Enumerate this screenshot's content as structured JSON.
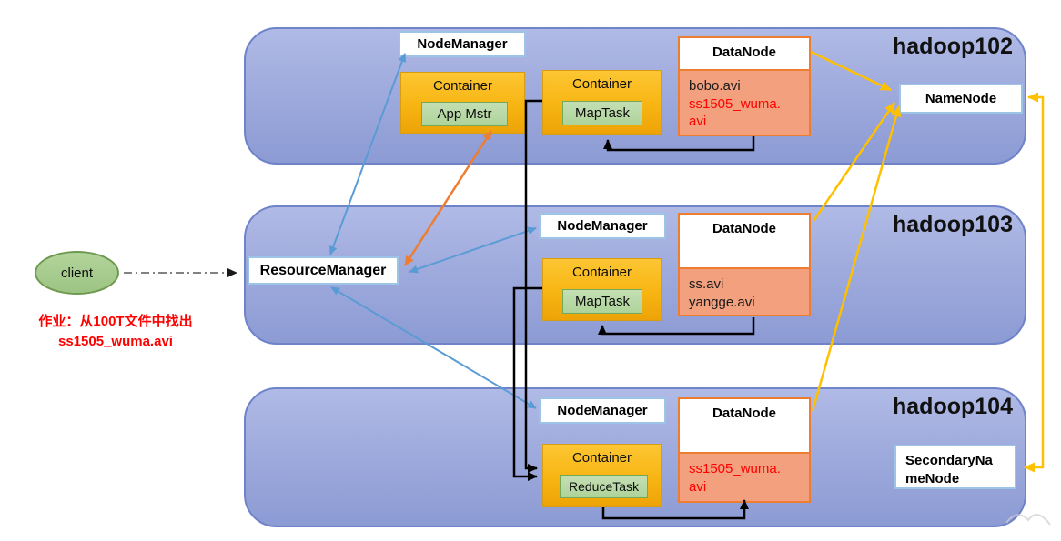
{
  "client": {
    "label": "client"
  },
  "job_note": {
    "line1": "作业：从100T文件中找出",
    "line2": "ss1505_wuma.avi"
  },
  "resource_manager": {
    "label": "ResourceManager"
  },
  "hadoop102": {
    "title": "hadoop102",
    "node_manager": "NodeManager",
    "container_appmstr": {
      "title": "Container",
      "task": "App Mstr"
    },
    "container_map": {
      "title": "Container",
      "task": "MapTask"
    },
    "datanode": {
      "title": "DataNode",
      "file1": "bobo.avi",
      "file2": "ss1505_wuma.avi"
    },
    "namenode": "NameNode"
  },
  "hadoop103": {
    "title": "hadoop103",
    "node_manager": "NodeManager",
    "container_map": {
      "title": "Container",
      "task": "MapTask"
    },
    "datanode": {
      "title": "DataNode",
      "file1": "ss.avi",
      "file2": "yangge.avi"
    }
  },
  "hadoop104": {
    "title": "hadoop104",
    "node_manager": "NodeManager",
    "container_reduce": {
      "title": "Container",
      "task": "ReduceTask"
    },
    "datanode": {
      "title": "DataNode",
      "file1": "ss1505_wuma.avi"
    },
    "secondary_namenode": "SecondaryNameNode"
  },
  "colors": {
    "panel_fill": "#9fabdd",
    "panel_border": "#6f83c9",
    "container_gold": "#f7b512",
    "task_green": "#b7d7a6",
    "datanode_salmon": "#f2a07e",
    "datanode_border": "#ed7d31",
    "white_box_border": "#9dc3e6",
    "arrow_blue": "#5b9bd5",
    "arrow_orange": "#ed7d31",
    "arrow_yellow": "#ffc000",
    "arrow_black": "#000000",
    "arrow_gray_dashdot": "#595959",
    "alert_red": "#ff0000"
  }
}
